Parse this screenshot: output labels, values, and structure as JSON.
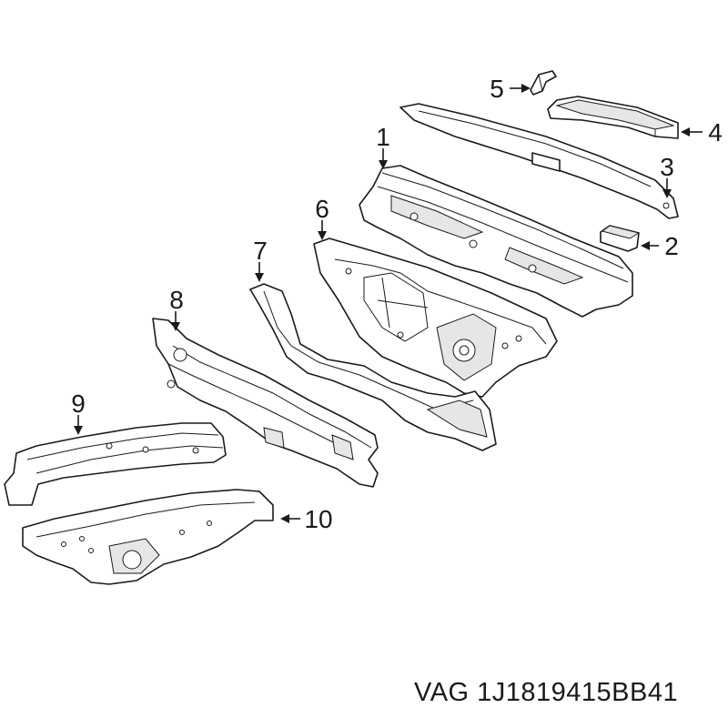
{
  "callouts": {
    "c1": "1",
    "c2": "2",
    "c3": "3",
    "c4": "4",
    "c5": "5",
    "c6": "6",
    "c7": "7",
    "c8": "8",
    "c9": "9",
    "c10": "10"
  },
  "caption": "VAG 1J1819415BB41"
}
